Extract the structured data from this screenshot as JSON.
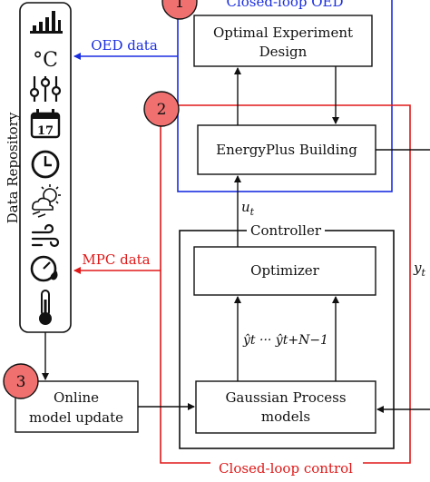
{
  "colors": {
    "oed": "#1a2ee0",
    "control": "#e01818",
    "badge_fill": "#f07070",
    "ink": "#111111"
  },
  "repository": {
    "label": "Data Repository",
    "icons": [
      "bar-chart-icon",
      "celsius-icon",
      "sliders-icon",
      "calendar-icon",
      "clock-icon",
      "sun-cloud-icon",
      "wind-icon",
      "gauge-icon",
      "thermometer-icon"
    ],
    "calendar_day": "17",
    "celsius_text": "°C"
  },
  "loops": {
    "oed": {
      "label": "Closed-loop OED",
      "badge": "1"
    },
    "control": {
      "label": "Closed-loop control",
      "badge": "2"
    },
    "update": {
      "badge": "3"
    }
  },
  "flows": {
    "oed_data": "OED data",
    "mpc_data": "MPC data",
    "u_t": "u",
    "u_sub": "t",
    "y_t": "y",
    "y_sub": "t",
    "predictions": "ŷt ··· ŷt+N−1"
  },
  "blocks": {
    "optimal_experiment_design": [
      "Optimal Experiment",
      "Design"
    ],
    "energyplus_building": "EnergyPlus Building",
    "controller": "Controller",
    "optimizer": "Optimizer",
    "gaussian_process_models": [
      "Gaussian Process",
      "models"
    ],
    "online_model_update": [
      "Online",
      "model update"
    ]
  }
}
